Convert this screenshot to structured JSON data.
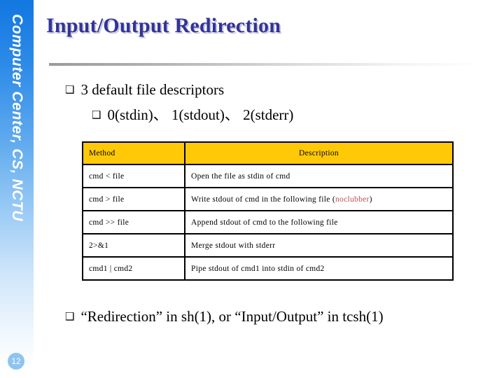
{
  "sidebar": {
    "vertical_text": "Computer Center, CS, NCTU",
    "page_number": "12",
    "gradient_top_color": "#1277e0",
    "badge_color": "#8dc4f0"
  },
  "slide": {
    "title": "Input/Output Redirection",
    "title_color": "#333399"
  },
  "bullets": {
    "level1_a": {
      "marker": "❑",
      "text": "3 default file descriptors"
    },
    "level2_a": {
      "marker": "❑",
      "text": "0(stdin)、 1(stdout)、 2(stderr)"
    },
    "level1_b": {
      "marker": "❑",
      "text": "“Redirection” in sh(1), or “Input/Output” in tcsh(1)"
    }
  },
  "table": {
    "header_bg": "#ffc907",
    "headers": [
      "Method",
      "Description"
    ],
    "rows": [
      {
        "method": "cmd < file",
        "description_before": "Open the file as stdin of cmd",
        "description_highlight": "",
        "description_after": ""
      },
      {
        "method": "cmd > file",
        "description_before": "Write stdout of cmd in the following file (",
        "description_highlight": "noclubber",
        "description_after": ")"
      },
      {
        "method": "cmd >> file",
        "description_before": "Append stdout of cmd to the following file",
        "description_highlight": "",
        "description_after": ""
      },
      {
        "method": "2>&1",
        "description_before": "Merge stdout with stderr",
        "description_highlight": "",
        "description_after": ""
      },
      {
        "method": "cmd1 | cmd2",
        "description_before": "Pipe stdout of cmd1 into stdin of cmd2",
        "description_highlight": "",
        "description_after": ""
      }
    ],
    "highlight_color": "#b55353"
  }
}
